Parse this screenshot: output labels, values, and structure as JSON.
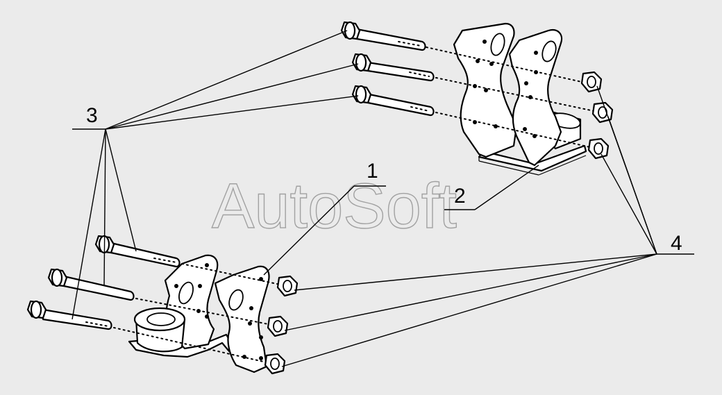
{
  "callouts": {
    "part_1": "1",
    "part_2": "2",
    "part_3": "3",
    "part_4": "4"
  },
  "watermark": "AutoSoft"
}
